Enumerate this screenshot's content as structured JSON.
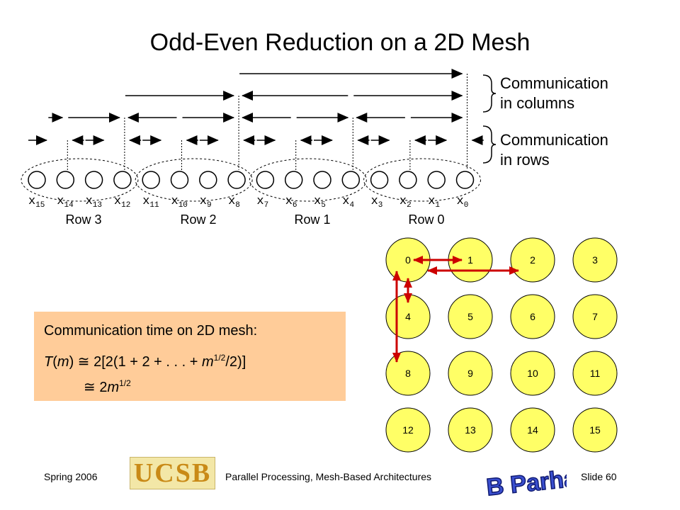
{
  "title": "Odd-Even Reduction on a 2D Mesh",
  "labels": {
    "comm_columns": "Communication\nin columns",
    "comm_rows": "Communication\nin rows",
    "rows": [
      "Row 3",
      "Row 2",
      "Row 1",
      "Row 0"
    ]
  },
  "x_labels": [
    {
      "base": "x",
      "sub": "15"
    },
    {
      "base": "x",
      "sub": "14"
    },
    {
      "base": "x",
      "sub": "13"
    },
    {
      "base": "x",
      "sub": "12"
    },
    {
      "base": "x",
      "sub": "11"
    },
    {
      "base": "x",
      "sub": "10"
    },
    {
      "base": "x",
      "sub": "9"
    },
    {
      "base": "x",
      "sub": "8"
    },
    {
      "base": "x",
      "sub": "7"
    },
    {
      "base": "x",
      "sub": "6"
    },
    {
      "base": "x",
      "sub": "5"
    },
    {
      "base": "x",
      "sub": "4"
    },
    {
      "base": "x",
      "sub": "3"
    },
    {
      "base": "x",
      "sub": "2"
    },
    {
      "base": "x",
      "sub": "1"
    },
    {
      "base": "x",
      "sub": "0"
    }
  ],
  "mesh_nodes": [
    "0",
    "1",
    "2",
    "3",
    "4",
    "5",
    "6",
    "7",
    "8",
    "9",
    "10",
    "11",
    "12",
    "13",
    "14",
    "15"
  ],
  "formula": {
    "heading": "Communication time on 2D mesh:",
    "line1_a": "T",
    "line1_b": "(",
    "line1_c": "m",
    "line1_d": ")",
    "approx": "≅",
    "line1_e": " 2[2(1 + 2 + . . . + ",
    "line1_f": "m",
    "line1_sup": "1/2",
    "line1_g": "/2)]",
    "line2_a": " 2",
    "line2_b": "m",
    "line2_sup": "1/2"
  },
  "footer": {
    "left": "Spring 2006",
    "center": "Parallel Processing, Mesh-Based Architectures",
    "right": "Slide 60",
    "ucsb": "UCSB",
    "author_logo": "B Parhami"
  },
  "colors": {
    "node_fill": "#ffff66",
    "arrow_red": "#cc0000",
    "formula_bg": "#ffcc99"
  }
}
